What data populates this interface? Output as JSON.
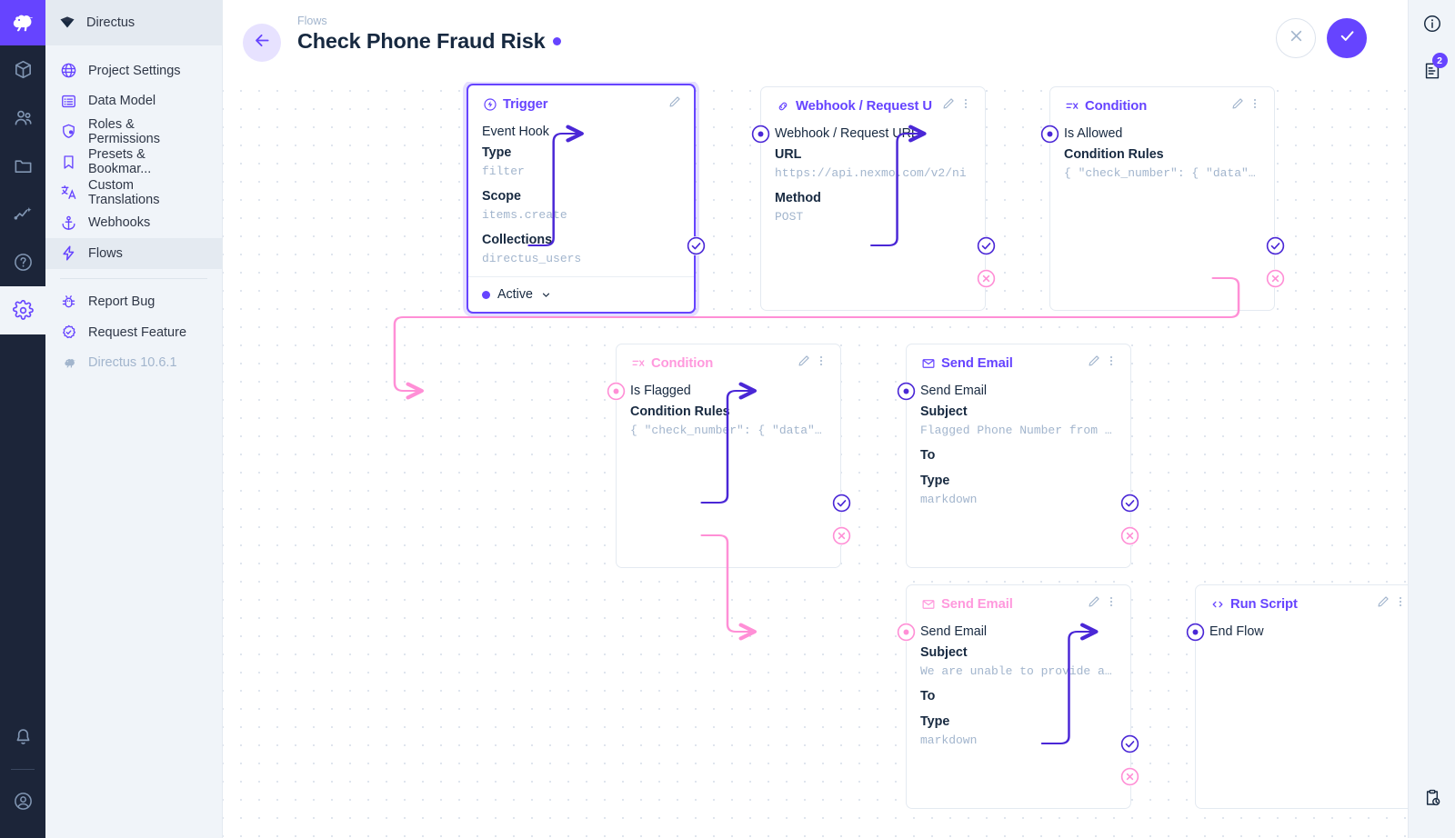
{
  "module_bar": {
    "logo_icon": "directus-rabbit-logo",
    "items": [
      {
        "name": "content-module",
        "icon": "box-icon"
      },
      {
        "name": "users-module",
        "icon": "people-icon"
      },
      {
        "name": "files-module",
        "icon": "folder-icon"
      },
      {
        "name": "insights-module",
        "icon": "insights-icon"
      },
      {
        "name": "docs-module",
        "icon": "help-circle-icon"
      },
      {
        "name": "settings-module",
        "icon": "gear-icon",
        "active": true
      }
    ],
    "bottom_items": [
      {
        "name": "notifications",
        "icon": "bell-icon"
      },
      {
        "name": "user-account",
        "icon": "account-circle-icon"
      }
    ]
  },
  "sidebar": {
    "project_name": "Directus",
    "project_icon": "directus-gem-icon",
    "items": [
      {
        "label": "Project Settings",
        "icon": "public-globe-icon",
        "selected": false
      },
      {
        "label": "Data Model",
        "icon": "list-alt-icon",
        "selected": false
      },
      {
        "label": "Roles & Permissions",
        "icon": "admin-shield-icon",
        "selected": false
      },
      {
        "label": "Presets & Bookmar...",
        "icon": "bookmark-icon",
        "selected": false
      },
      {
        "label": "Custom Translations",
        "icon": "translate-icon",
        "selected": false
      },
      {
        "label": "Webhooks",
        "icon": "anchor-icon",
        "selected": false
      },
      {
        "label": "Flows",
        "icon": "bolt-icon",
        "selected": true
      }
    ],
    "footer_items": [
      {
        "label": "Report Bug",
        "icon": "bug-report-icon"
      },
      {
        "label": "Request Feature",
        "icon": "check-badge-icon"
      }
    ],
    "version": "Directus 10.6.1",
    "version_icon": "directus-rabbit-icon"
  },
  "header": {
    "back_icon": "arrow-left-icon",
    "breadcrumb": "Flows",
    "title": "Check Phone Fraud Risk",
    "status_dot_color": "#6644ff",
    "cancel_icon": "close-x-icon",
    "save_icon": "check-icon"
  },
  "right_rail": {
    "info_icon": "info-circle-icon",
    "logs_icon": "logs-document-icon",
    "logs_badge": "2",
    "history_icon": "clipboard-clock-icon"
  },
  "colors": {
    "accent": "#6644ff",
    "reject": "#ff99dd",
    "text": "#172940",
    "muted": "#a2b5cd"
  },
  "flow": {
    "nodes": [
      {
        "id": "trigger",
        "kind": "trigger",
        "title": "Trigger",
        "icon": "trigger-bolt-circle-icon",
        "color": "#6644ff",
        "operation": "Event Hook",
        "fields": [
          {
            "label": "Type",
            "value": "filter"
          },
          {
            "label": "Scope",
            "value": "items.create"
          },
          {
            "label": "Collections",
            "value": "directus_users"
          }
        ],
        "footer_status": "Active"
      },
      {
        "id": "webhook",
        "kind": "operation",
        "title": "Webhook / Request U",
        "icon": "link-chain-icon",
        "color": "#6644ff",
        "operation": "Webhook / Request URL",
        "fields": [
          {
            "label": "URL",
            "value": "https://api.nexmo.com/v2/ni"
          },
          {
            "label": "Method",
            "value": "POST"
          }
        ]
      },
      {
        "id": "cond-allowed",
        "kind": "operation",
        "title": "Condition",
        "icon": "condition-filter-icon",
        "color": "#6644ff",
        "operation": "Is Allowed",
        "fields": [
          {
            "label": "Condition Rules",
            "value": "{ \"check_number\": { \"data\"…"
          }
        ]
      },
      {
        "id": "cond-flagged",
        "kind": "operation",
        "title": "Condition",
        "icon": "condition-filter-icon",
        "color": "#ff99dd",
        "operation": "Is Flagged",
        "fields": [
          {
            "label": "Condition Rules",
            "value": "{ \"check_number\": { \"data\"…"
          }
        ]
      },
      {
        "id": "email-flagged",
        "kind": "operation",
        "title": "Send Email",
        "icon": "envelope-icon",
        "color": "#6644ff",
        "operation": "Send Email",
        "fields": [
          {
            "label": "Subject",
            "value": "Flagged Phone Number from …"
          },
          {
            "label": "To",
            "value": ""
          },
          {
            "label": "Type",
            "value": "markdown"
          }
        ]
      },
      {
        "id": "email-unable",
        "kind": "operation",
        "title": "Send Email",
        "icon": "envelope-icon",
        "color": "#ff99dd",
        "operation": "Send Email",
        "fields": [
          {
            "label": "Subject",
            "value": "We are unable to provide a…"
          },
          {
            "label": "To",
            "value": ""
          },
          {
            "label": "Type",
            "value": "markdown"
          }
        ]
      },
      {
        "id": "run-script",
        "kind": "operation",
        "title": "Run Script",
        "icon": "code-brackets-icon",
        "color": "#6644ff",
        "operation": "End Flow",
        "fields": []
      }
    ]
  }
}
